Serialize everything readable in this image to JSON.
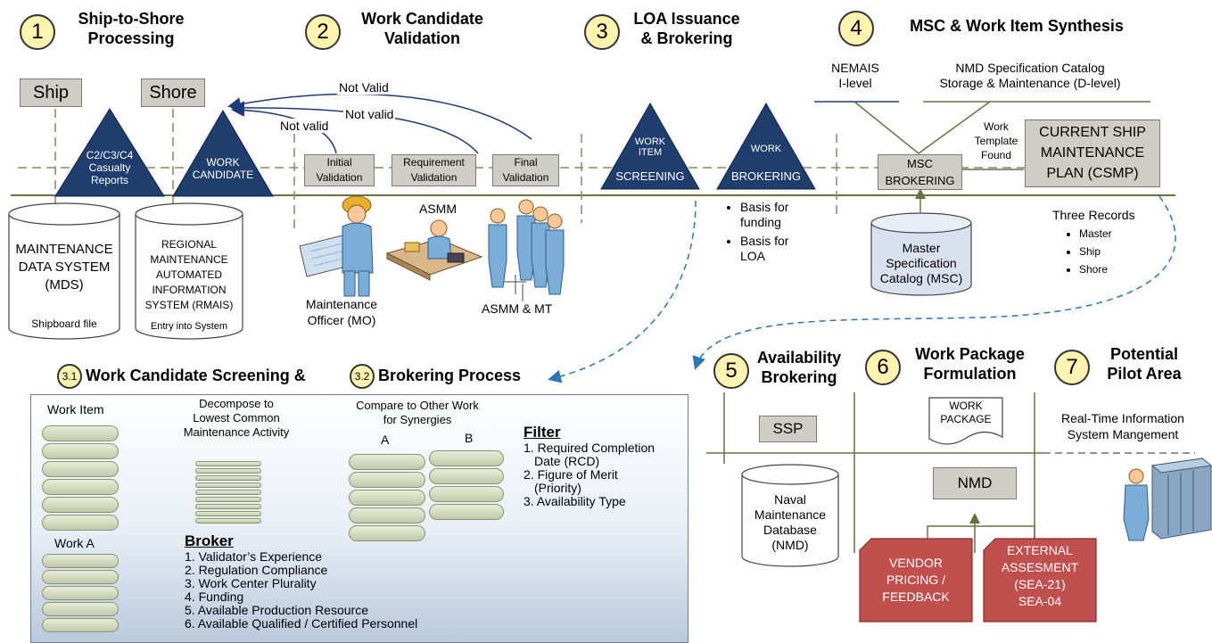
{
  "phases": [
    {
      "num": "1",
      "title": "Ship-to-Shore\nProcessing"
    },
    {
      "num": "2",
      "title": "Work Candidate\nValidation"
    },
    {
      "num": "3",
      "title": "LOA Issuance\n& Brokering"
    },
    {
      "num": "4",
      "title": "MSC & Work Item Synthesis"
    },
    {
      "num": "5",
      "title": "Availability\nBrokering"
    },
    {
      "num": "6",
      "title": "Work Package\nFormulation"
    },
    {
      "num": "7",
      "title": "Potential\nPilot Area"
    }
  ],
  "boxes": {
    "ship": "Ship",
    "shore": "Shore",
    "initial": "Initial\nValidation",
    "requirement": "Requirement\nValidation",
    "final": "Final\nValidation",
    "msc_brokering": "MSC\nBROKERING",
    "csmp": "CURRENT SHIP\nMAINTENANCE\nPLAN (CSMP)",
    "ssp": "SSP",
    "nmd": "NMD",
    "work_package": "WORK\nPACKAGE"
  },
  "triangles": {
    "casualty": "C2/C3/C4\nCasualty\nReports",
    "work_candidate": "WORK\nCANDIDATE",
    "screening_top": "WORK\nITEM",
    "screening_bottom": "SCREENING",
    "brokering_top": "WORK",
    "brokering_bottom": "BROKERING"
  },
  "arrows": {
    "not_valid_1": "Not Valid",
    "not_valid_2": "Not valid",
    "not_valid_3": "Not valid"
  },
  "cylinders": {
    "mds": "MAINTENANCE\nDATA SYSTEM\n(MDS)",
    "mds_sub": "Shipboard file",
    "rmais": "REGIONAL\nMAINTENANCE\nAUTOMATED\nINFORMATION\nSYSTEM (RMAIS)",
    "rmais_sub": "Entry into System",
    "msc": "Master\nSpecification\nCatalog (MSC)",
    "nmd": "Naval\nMaintenance\nDatabase\n(NMD)"
  },
  "people": {
    "mo": "Maintenance\nOfficer  (MO)",
    "asmm": "ASMM",
    "asmm_mt": "ASMM & MT"
  },
  "brokering_bullets": [
    "Basis for\nfunding",
    "Basis for\nLOA"
  ],
  "nemais": "NEMAIS\nI-level",
  "nmd_spec": "NMD Specification Catalog\nStorage & Maintenance (D-level)",
  "work_template": "Work\nTemplate\nFound",
  "three_records": {
    "title": "Three Records",
    "items": [
      "Master",
      "Ship",
      "Shore"
    ]
  },
  "red_boxes": {
    "vendor": "VENDOR\nPRICING /\nFEEDBACK",
    "external": "EXTERNAL\nASSESMENT\n(SEA-21)\nSEA-04"
  },
  "real_time": "Real-Time Information\nSystem Mangement",
  "process": {
    "num1": "3.1",
    "title1": "Work Candidate Screening &",
    "num2": "3.2",
    "title2": "Brokering Process",
    "work_item": "Work Item",
    "decompose": "Decompose to\nLowest Common\nMaintenance Activity",
    "compare": "Compare to Other Work\nfor  Synergies",
    "col_a": "A",
    "col_b": "B",
    "work_a": "Work A",
    "filter_title": "Filter",
    "filter_items": [
      "1. Required Completion\nDate (RCD)",
      "2. Figure of Merit\n(Priority)",
      "3. Availability Type"
    ],
    "broker_title": "Broker",
    "broker_items": [
      "1. Validator’s Experience",
      "2. Regulation Compliance",
      "3. Work Center Plurality",
      "4. Funding",
      "5. Available Production Resource",
      "6. Available Qualified / Certified Personnel"
    ]
  }
}
